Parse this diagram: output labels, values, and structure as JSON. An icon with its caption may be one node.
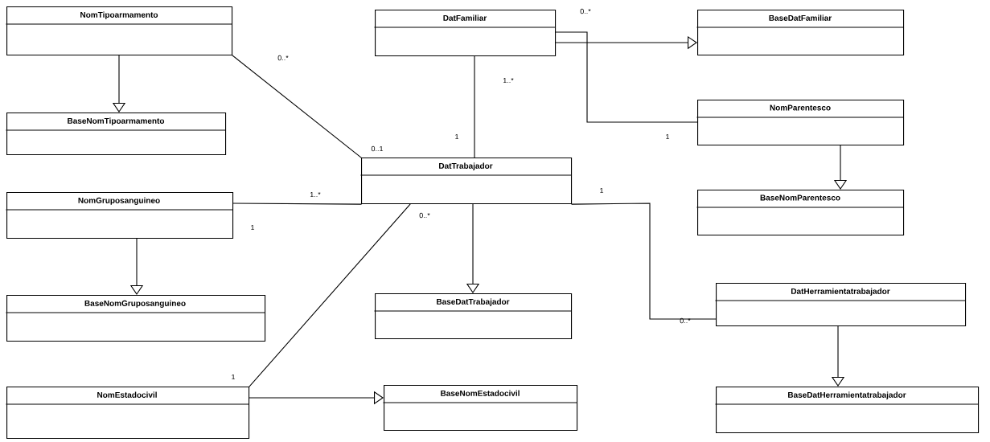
{
  "diagram": {
    "nodes": [
      {
        "text": [
          "NomTipoarmamento"
        ]
      },
      {
        "text": [
          "BaseNomTipoarmamento"
        ]
      },
      {
        "text": [
          "DatFamiliar"
        ]
      },
      {
        "text": [
          "BaseDatFamiliar"
        ]
      },
      {
        "text": [
          "NomParentesco"
        ]
      },
      {
        "text": [
          "BaseNomParentesco"
        ]
      },
      {
        "text": [
          "DatTrabajador"
        ]
      },
      {
        "text": [
          "NomGruposanguineo"
        ]
      },
      {
        "text": [
          "BaseNomGruposanguineo"
        ]
      },
      {
        "text": [
          "BaseDatTrabajador"
        ]
      },
      {
        "text": [
          "DatHerramientatrabajador"
        ]
      },
      {
        "text": [
          "BaseDatHerramientatrabajador"
        ]
      },
      {
        "text": [
          "NomEstadocivil"
        ]
      },
      {
        "text": [
          "BaseNomEstadocivil"
        ]
      }
    ],
    "edges": [
      {
        "from": 0,
        "to": 1,
        "arrow": "to"
      },
      {
        "from": 0,
        "to": 6,
        "arrow": "none"
      },
      {
        "from": 2,
        "to": 6,
        "arrow": "none"
      },
      {
        "from": 2,
        "to": 3,
        "arrow": "to"
      },
      {
        "from": 2,
        "to": 4,
        "arrow": "none"
      },
      {
        "from": 4,
        "to": 5,
        "arrow": "to"
      },
      {
        "from": 7,
        "to": 6,
        "arrow": "none"
      },
      {
        "from": 7,
        "to": 8,
        "arrow": "to"
      },
      {
        "from": 12,
        "to": 6,
        "arrow": "none"
      },
      {
        "from": 6,
        "to": 9,
        "arrow": "to"
      },
      {
        "from": 6,
        "to": 10,
        "arrow": "none"
      },
      {
        "from": 10,
        "to": 11,
        "arrow": "to"
      },
      {
        "from": 12,
        "to": 13,
        "arrow": "to"
      }
    ],
    "labels": [
      "0..*",
      "0..*",
      "1..*",
      "1",
      "1",
      "0..1",
      "1",
      "1..*",
      "0..*",
      "1",
      "0..*",
      "1"
    ]
  }
}
